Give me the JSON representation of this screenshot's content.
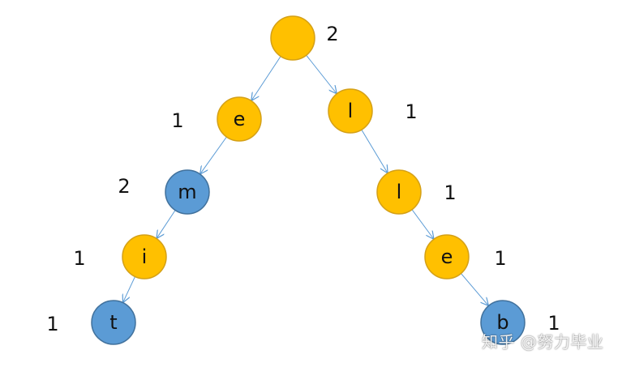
{
  "colors": {
    "internal_node_fill": "#FFC000",
    "internal_node_stroke": "#D4A017",
    "end_node_fill": "#5B9BD5",
    "end_node_stroke": "#41719C",
    "edge": "#5B9BD5"
  },
  "nodes": [
    {
      "id": "root",
      "letter": "",
      "type": "internal",
      "count": "2"
    },
    {
      "id": "e1",
      "letter": "e",
      "type": "internal",
      "count": "1"
    },
    {
      "id": "l1",
      "letter": "l",
      "type": "internal",
      "count": "1"
    },
    {
      "id": "m",
      "letter": "m",
      "type": "end",
      "count": "2"
    },
    {
      "id": "l2",
      "letter": "l",
      "type": "internal",
      "count": "1"
    },
    {
      "id": "i",
      "letter": "i",
      "type": "internal",
      "count": "1"
    },
    {
      "id": "e2",
      "letter": "e",
      "type": "internal",
      "count": "1"
    },
    {
      "id": "t",
      "letter": "t",
      "type": "end",
      "count": "1"
    },
    {
      "id": "b",
      "letter": "b",
      "type": "end",
      "count": "1"
    }
  ],
  "edges": [
    {
      "from": "root",
      "to": "e1"
    },
    {
      "from": "root",
      "to": "l1"
    },
    {
      "from": "e1",
      "to": "m"
    },
    {
      "from": "m",
      "to": "i"
    },
    {
      "from": "i",
      "to": "t"
    },
    {
      "from": "l1",
      "to": "l2"
    },
    {
      "from": "l2",
      "to": "e2"
    },
    {
      "from": "e2",
      "to": "b"
    }
  ],
  "watermark": {
    "text": "知乎 @努力毕业"
  }
}
